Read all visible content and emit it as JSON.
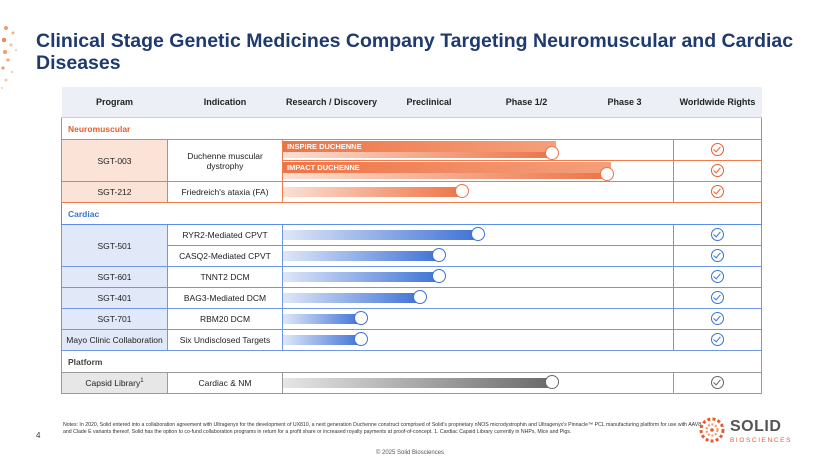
{
  "title": "Clinical Stage Genetic Medicines Company Targeting Neuromuscular and Cardiac Diseases",
  "headers": {
    "program": "Program",
    "indication": "Indication",
    "research": "Research / Discovery",
    "preclinical": "Preclinical",
    "phase12": "Phase 1/2",
    "phase3": "Phase 3",
    "rights": "Worldwide Rights"
  },
  "sections": {
    "neuromuscular": "Neuromuscular",
    "cardiac": "Cardiac",
    "platform": "Platform"
  },
  "rows": {
    "sgt003": {
      "program": "SGT-003",
      "indication": "Duchenne muscular dystrophy",
      "trial1": "INSPIRE DUCHENNE",
      "trial1_progress": 0.69,
      "trial2": "IMPACT DUCHENNE",
      "trial2_progress": 0.83
    },
    "sgt212": {
      "program": "SGT-212",
      "indication": "Friedreich's ataxia (FA)",
      "progress": 0.46
    },
    "sgt501": {
      "program": "SGT-501",
      "indication1": "RYR2-Mediated CPVT",
      "progress1": 0.5,
      "indication2": "CASQ2-Mediated CPVT",
      "progress2": 0.4
    },
    "sgt601": {
      "program": "SGT-601",
      "indication": "TNNT2 DCM",
      "progress": 0.4
    },
    "sgt401": {
      "program": "SGT-401",
      "indication": "BAG3-Mediated DCM",
      "progress": 0.35
    },
    "sgt701": {
      "program": "SGT-701",
      "indication": "RBM20 DCM",
      "progress": 0.2
    },
    "mayo": {
      "program": "Mayo Clinic Collaboration",
      "indication": "Six Undisclosed Targets",
      "progress": 0.2
    },
    "capsid": {
      "program": "Capsid Library",
      "program_sup": "1",
      "indication": "Cardiac & NM",
      "progress": 0.69
    }
  },
  "page_number": "4",
  "notes": "Notes: In 2020, Solid entered into a collaboration agreement with Ultragenyx for the development of UX810, a next generation Duchenne construct comprised of Solid's proprietary nNOS microdystrophin and Ultragenyx's Pinnacle™ PCL manufacturing platform for use with AAV8 and Clade E variants thereof. Solid has the option to co-fund collaboration programs in return for a profit share or increased royalty payments at proof-of-concept. 1. Cardiac Capsid Library currently in NHPs, Mice and Pigs.",
  "copyright": "© 2025 Solid Biosciences",
  "logo": {
    "name": "SOLID",
    "sub": "BIOSCIENCES"
  },
  "colors": {
    "neuromuscular": "#e35e2c",
    "cardiac": "#3a73d8",
    "platform": "#666666",
    "title": "#1f3a6e"
  }
}
